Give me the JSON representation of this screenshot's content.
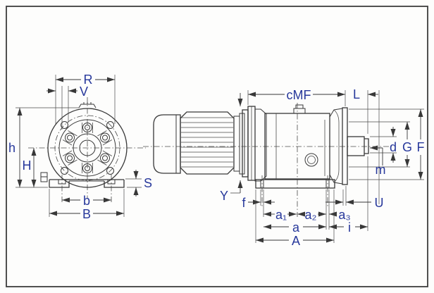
{
  "diagram": {
    "type": "technical-dimension-drawing",
    "subject": "helical gearmotor, front view and side view with dimension letters",
    "colors": {
      "label": "#27389b",
      "line": "#383838",
      "background": "#fdfdfc"
    },
    "left_view": {
      "name": "front-view",
      "labels": {
        "R": "R",
        "V": "V",
        "h": "h",
        "H": "H",
        "S": "S",
        "b": "b",
        "B": "B"
      }
    },
    "right_view": {
      "name": "side-view",
      "labels": {
        "cMF": "cMF",
        "L": "L",
        "Y": "Y",
        "f": "f",
        "U": "U",
        "a1": "a₁",
        "a2": "a₂",
        "a3": "a₃",
        "a": "a",
        "i": "i",
        "A": "A",
        "d": "d",
        "G": "G",
        "F": "F",
        "m": "m"
      }
    }
  }
}
